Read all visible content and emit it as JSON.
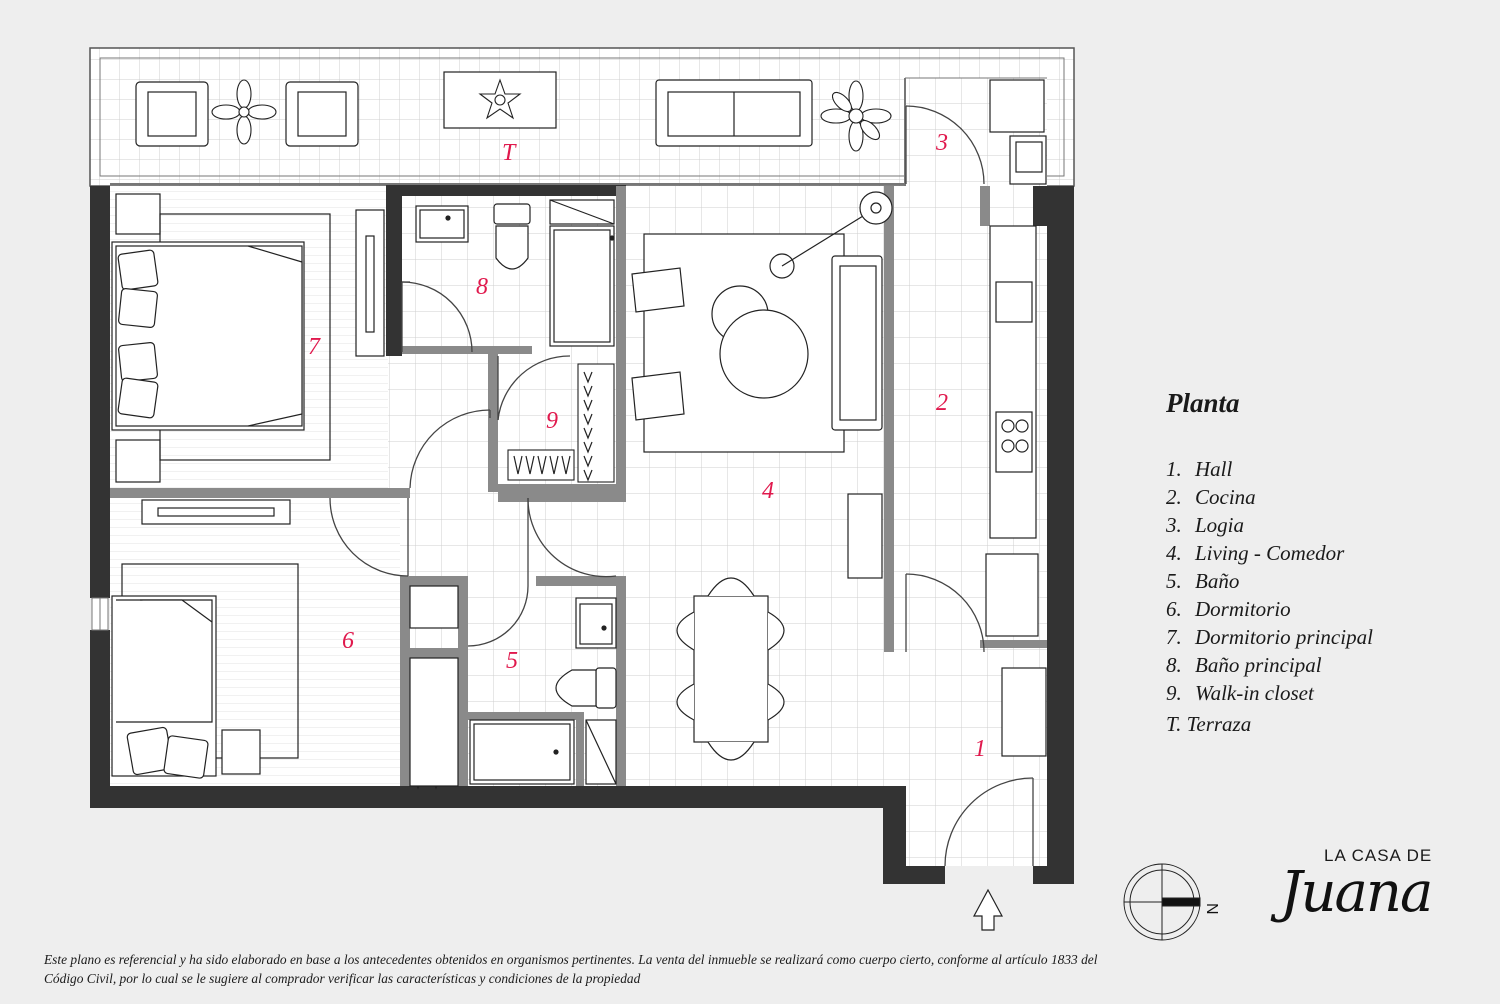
{
  "legend": {
    "title": "Planta",
    "items": [
      {
        "num": "1.",
        "label": "Hall"
      },
      {
        "num": "2.",
        "label": "Cocina"
      },
      {
        "num": "3.",
        "label": "Logia"
      },
      {
        "num": "4.",
        "label": "Living - Comedor"
      },
      {
        "num": "5.",
        "label": "Baño"
      },
      {
        "num": "6.",
        "label": "Dormitorio"
      },
      {
        "num": "7.",
        "label": "Dormitorio principal"
      },
      {
        "num": "8.",
        "label": "Baño principal"
      },
      {
        "num": "9.",
        "label": "Walk-in closet"
      }
    ],
    "last_item": {
      "num": "T.",
      "label": "Terraza"
    }
  },
  "room_labels": {
    "r1": "1",
    "r2": "2",
    "r3": "3",
    "r4": "4",
    "r5": "5",
    "r6": "6",
    "r7": "7",
    "r8": "8",
    "r9": "9",
    "rt": "T"
  },
  "compass": {
    "north": "N"
  },
  "brand": {
    "top": "LA CASA DE",
    "script": "Juana"
  },
  "disclaimer": "Este plano es referencial y ha sido elaborado en base a los antecedentes obtenidos en organismos pertinentes.  La venta del inmueble se realizará como cuerpo cierto, conforme al artículo 1833 del Código Civil, por lo cual se le sugiere al comprador verificar las características y condiciones de la propiedad",
  "colors": {
    "label": "#e0194d",
    "wall": "#333333",
    "partition": "#8a8a8a",
    "tile": "#c8c8c8",
    "floor": "#ffffff"
  }
}
